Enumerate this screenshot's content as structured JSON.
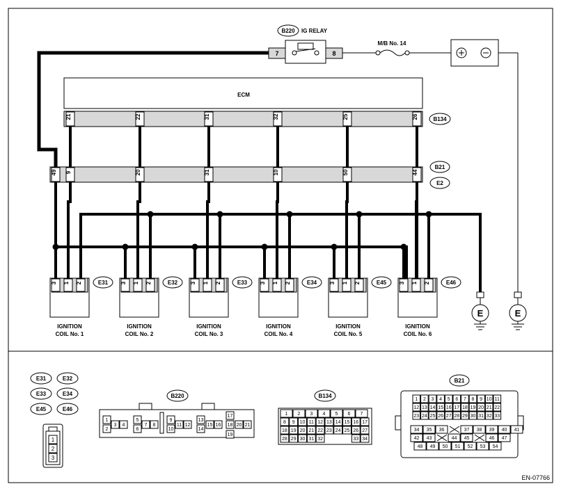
{
  "relay": {
    "connector": "B220",
    "label": "IG RELAY",
    "pin_left": "7",
    "pin_right": "8"
  },
  "fuse": {
    "label": "M/B No. 14"
  },
  "ecm": {
    "label": "ECM",
    "connector": "B134",
    "pins": [
      "21",
      "22",
      "31",
      "32",
      "25",
      "26"
    ]
  },
  "harness": {
    "connector_top": "B21",
    "connector_bottom": "E2",
    "pins": [
      "49",
      "9",
      "20",
      "31",
      "10",
      "50",
      "44"
    ]
  },
  "coils": [
    {
      "connector": "E31",
      "label": "IGNITION",
      "sub": "COIL No. 1",
      "pins": [
        "3",
        "1",
        "2"
      ]
    },
    {
      "connector": "E32",
      "label": "IGNITION",
      "sub": "COIL No. 2",
      "pins": [
        "3",
        "1",
        "2"
      ]
    },
    {
      "connector": "E33",
      "label": "IGNITION",
      "sub": "COIL No. 3",
      "pins": [
        "3",
        "1",
        "2"
      ]
    },
    {
      "connector": "E34",
      "label": "IGNITION",
      "sub": "COIL No. 4",
      "pins": [
        "3",
        "1",
        "2"
      ]
    },
    {
      "connector": "E45",
      "label": "IGNITION",
      "sub": "COIL No. 5",
      "pins": [
        "3",
        "1",
        "2"
      ]
    },
    {
      "connector": "E46",
      "label": "IGNITION",
      "sub": "COIL No. 6",
      "pins": [
        "3",
        "1",
        "2"
      ]
    }
  ],
  "ground": {
    "label": "E"
  },
  "legend": {
    "coil_connectors": [
      "E31",
      "E32",
      "E33",
      "E34",
      "E45",
      "E46"
    ],
    "coil_pins": [
      "1",
      "2",
      "3"
    ],
    "b220": {
      "label": "B220",
      "pins": [
        "1",
        "2",
        "3",
        "4",
        "5",
        "6",
        "7",
        "8",
        "9",
        "10",
        "11",
        "12",
        "13",
        "14",
        "15",
        "16",
        "17",
        "18",
        "19",
        "20",
        "21"
      ]
    },
    "b134": {
      "label": "B134",
      "rows": [
        [
          "1",
          "2",
          "3",
          "4",
          "5",
          "6",
          "7"
        ],
        [
          "8",
          "9",
          "10",
          "11",
          "12",
          "13",
          "14",
          "15",
          "16",
          "17"
        ],
        [
          "18",
          "19",
          "20",
          "21",
          "22",
          "23",
          "24",
          "25",
          "26",
          "27"
        ],
        [
          "28",
          "29",
          "30",
          "31",
          "32",
          "",
          "",
          "",
          "33",
          "34"
        ]
      ]
    },
    "b21": {
      "label": "B21",
      "rows": [
        [
          "1",
          "2",
          "3",
          "4",
          "5",
          "6",
          "7",
          "8",
          "9",
          "10",
          "11"
        ],
        [
          "12",
          "13",
          "14",
          "15",
          "16",
          "17",
          "18",
          "19",
          "20",
          "21",
          "22"
        ],
        [
          "23",
          "24",
          "25",
          "26",
          "27",
          "28",
          "29",
          "30",
          "31",
          "32",
          "33"
        ],
        [
          "34",
          "35",
          "36",
          "",
          "37",
          "38",
          "39",
          "40",
          "41"
        ],
        [
          "42",
          "43",
          "",
          "44",
          "45",
          "",
          "46",
          "47"
        ],
        [
          "48",
          "49",
          "50",
          "51",
          "52",
          "53",
          "54"
        ]
      ]
    }
  },
  "ref": "EN-07766"
}
